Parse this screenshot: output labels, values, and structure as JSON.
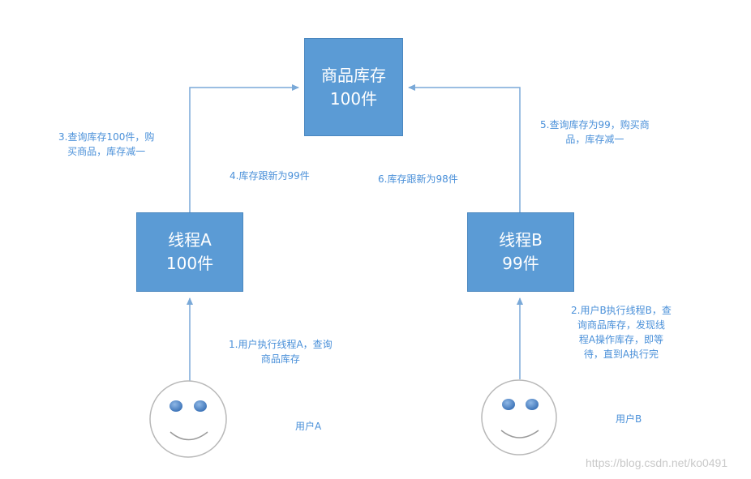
{
  "nodes": {
    "inventory": {
      "line1": "商品库存",
      "line2": "100件"
    },
    "thread_a": {
      "line1": "线程A",
      "line2": "100件"
    },
    "thread_b": {
      "line1": "线程B",
      "line2": "99件"
    }
  },
  "notes": {
    "step1": [
      "1.用户执行线程A，查询",
      "商品库存"
    ],
    "step2": [
      "2.用户B执行线程B，查",
      "询商品库存，发现线",
      "程A操作库存，即等",
      "待，直到A执行完"
    ],
    "step3": [
      "3.查询库存100件，购",
      "买商品，库存减一"
    ],
    "step4": [
      "4.库存跟新为99件"
    ],
    "step5": [
      "5.查询库存为99，购买商",
      "品，库存减一"
    ],
    "step6": [
      "6.库存跟新为98件"
    ]
  },
  "users": {
    "user_a": "用户A",
    "user_b": "用户B"
  },
  "watermark": "https://blog.csdn.net/ko0491",
  "colors": {
    "box_fill": "#5b9bd5",
    "box_text": "#ffffff",
    "arrow": "#7aa9d8",
    "note_text": "#4a90d9",
    "face_fill": "#ffffff",
    "face_stroke": "#b8b8b8",
    "eye": "#4f86c6",
    "watermark": "#c9c9c9"
  }
}
